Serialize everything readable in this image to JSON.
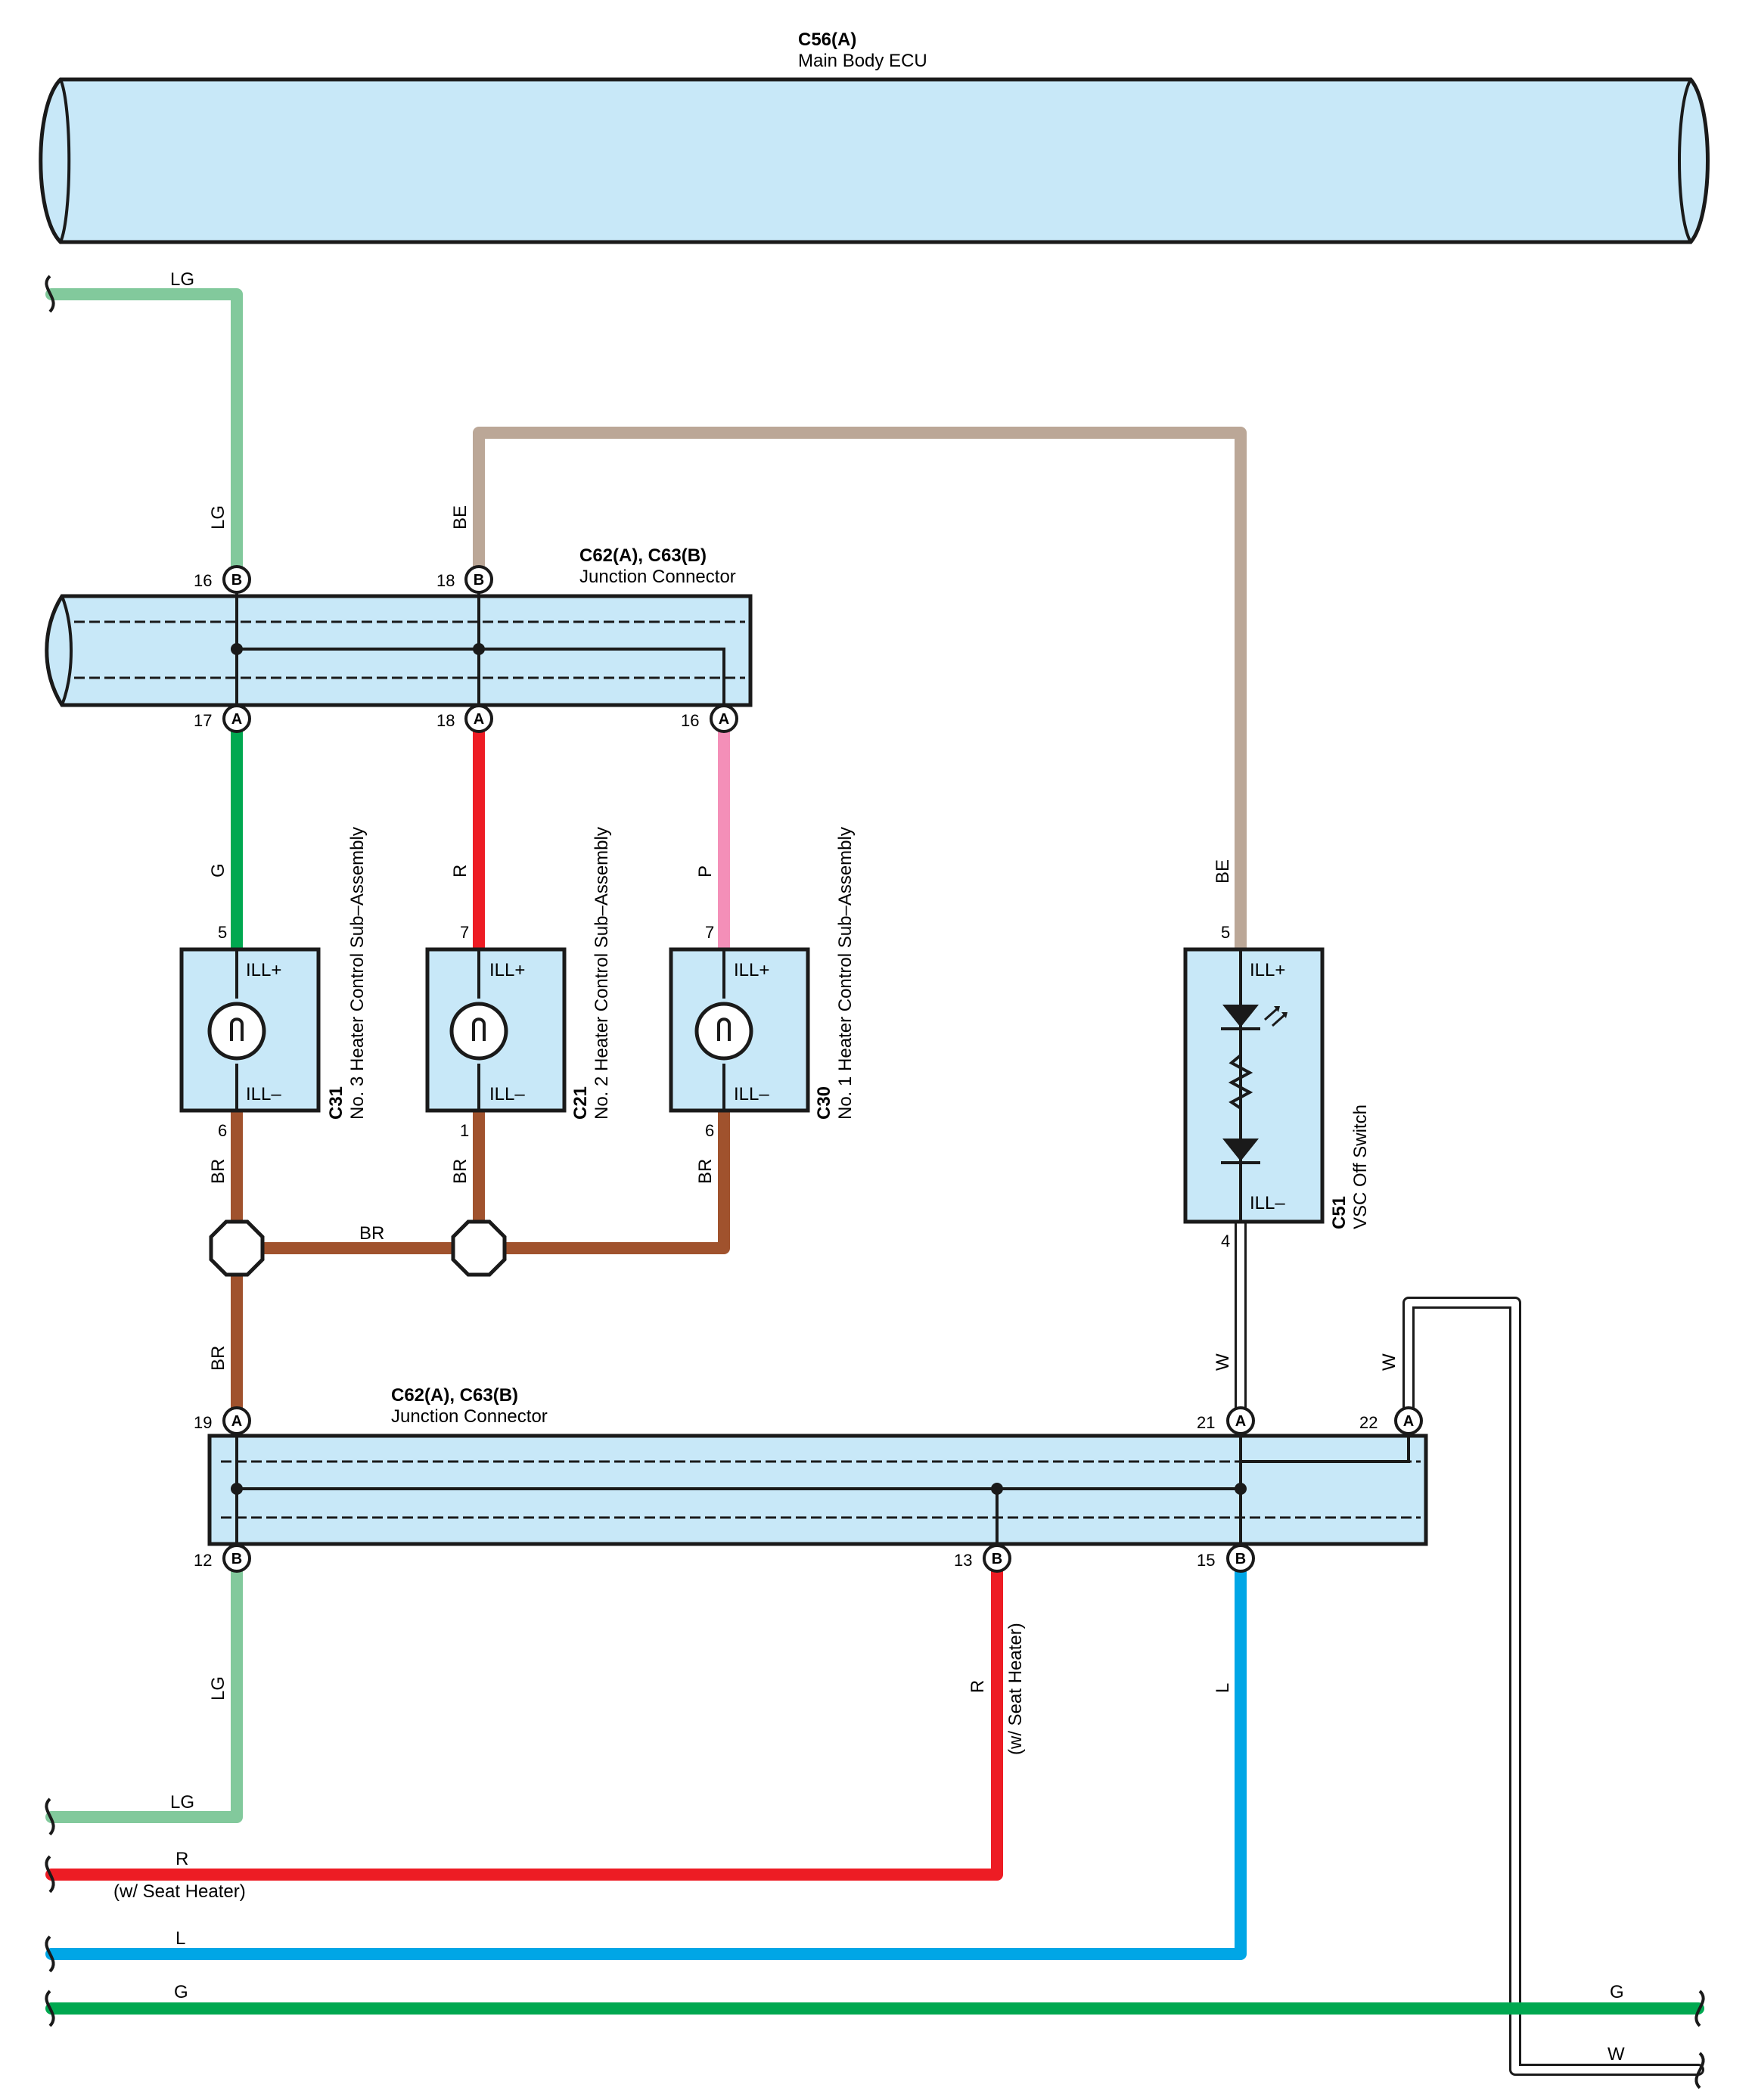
{
  "colors": {
    "LG": "#82c99c",
    "BE": "#bba797",
    "G": "#00a850",
    "R": "#ed1c24",
    "P": "#f48fb8",
    "BR": "#a0522d",
    "L": "#00a6e6",
    "W": "#ffffff",
    "component_fill": "#c8e8f8"
  },
  "ecu": {
    "code": "C56(A)",
    "name": "Main Body ECU"
  },
  "junction_top": {
    "code": "C62(A), C63(B)",
    "name": "Junction Connector",
    "pins_top": [
      {
        "num": "16",
        "term": "B"
      },
      {
        "num": "18",
        "term": "B"
      }
    ],
    "pins_bottom": [
      {
        "num": "17",
        "term": "A"
      },
      {
        "num": "18",
        "term": "A"
      },
      {
        "num": "16",
        "term": "A"
      }
    ]
  },
  "junction_bottom": {
    "code": "C62(A), C63(B)",
    "name": "Junction Connector",
    "pins_top": [
      {
        "num": "19",
        "term": "A"
      },
      {
        "num": "21",
        "term": "A"
      },
      {
        "num": "22",
        "term": "A"
      }
    ],
    "pins_bottom": [
      {
        "num": "12",
        "term": "B"
      },
      {
        "num": "13",
        "term": "B"
      },
      {
        "num": "15",
        "term": "B"
      }
    ]
  },
  "switches": [
    {
      "code": "C31",
      "name": "No.  3 Heater Control Sub–Assembly",
      "pin_top": "5",
      "pin_bottom": "6",
      "ill_plus": "ILL+",
      "ill_minus": "ILL–"
    },
    {
      "code": "C21",
      "name": "No.  2 Heater Control Sub–Assembly",
      "pin_top": "7",
      "pin_bottom": "1",
      "ill_plus": "ILL+",
      "ill_minus": "ILL–"
    },
    {
      "code": "C30",
      "name": "No.  1 Heater Control Sub–Assembly",
      "pin_top": "7",
      "pin_bottom": "6",
      "ill_plus": "ILL+",
      "ill_minus": "ILL–"
    }
  ],
  "vsc": {
    "code": "C51",
    "name": "VSC Off Switch",
    "pin_top": "5",
    "pin_bottom": "4",
    "ill_plus": "ILL+",
    "ill_minus": "ILL–"
  },
  "wire_labels": {
    "lg_top_h": "LG",
    "lg_top_v": "LG",
    "be_v_left": "BE",
    "be_v_right": "BE",
    "g_v": "G",
    "r_v": "R",
    "p_v": "P",
    "br_1": "BR",
    "br_2": "BR",
    "br_3": "BR",
    "br_h": "BR",
    "br_low": "BR",
    "w_1": "W",
    "w_2": "W",
    "lg_low_v": "LG",
    "r_low_v": "R",
    "r_low_note": "(w/ Seat Heater)",
    "l_low_v": "L",
    "lg_out": "LG",
    "r_out": "R",
    "r_out_note": "(w/ Seat Heater)",
    "l_out": "L",
    "g_out": "G",
    "g_right": "G",
    "w_right": "W"
  }
}
